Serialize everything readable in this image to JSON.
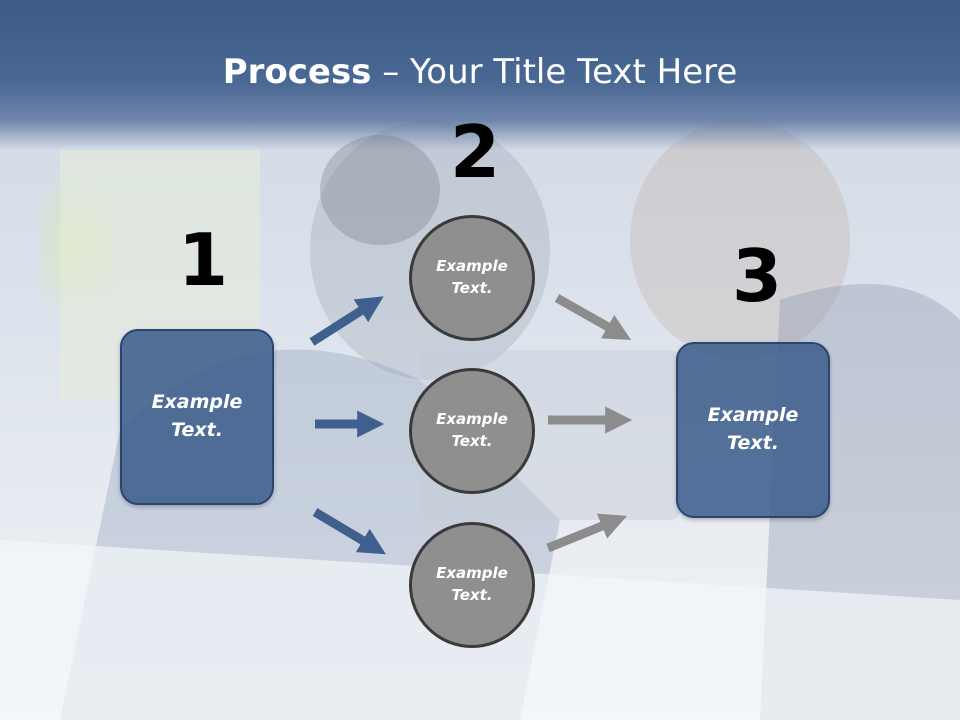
{
  "slide": {
    "title_bold": "Process",
    "title_rest": " – Your Title Text Here"
  },
  "step_numbers": [
    "1",
    "2",
    "3"
  ],
  "left_box": {
    "text": "Example Text."
  },
  "right_box": {
    "text": "Example Text."
  },
  "circles": [
    {
      "text": "Example Text."
    },
    {
      "text": "Example Text."
    },
    {
      "text": "Example Text."
    }
  ],
  "colors": {
    "header": "#3d5a86",
    "box_fill": "#3e5e8c",
    "circle_fill": "#8f8f8f",
    "arrow_blue": "#3f5f8f",
    "arrow_gray": "#8c8c8c"
  }
}
